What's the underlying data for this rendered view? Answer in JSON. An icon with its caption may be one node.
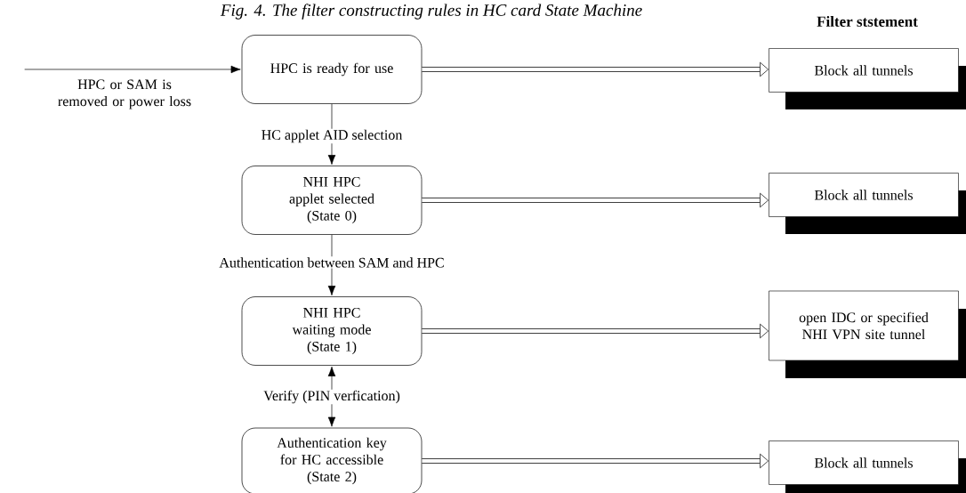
{
  "diagram": {
    "title": "Fig. 4. The filter constructing rules in HC card State Machine",
    "nodes": [
      {
        "text": [
          "HPC is ready for use"
        ]
      },
      {
        "text": [
          "NHI HPC applet selected",
          "(State 0)"
        ]
      },
      {
        "text": [
          "NHI HPC waiting mode",
          "(State 1)"
        ]
      },
      {
        "text": [
          "Authentication key for HC accessible",
          "(State 2)"
        ]
      },
      {
        "text": [
          "Block all tunnels"
        ]
      },
      {
        "text": [
          "Block all tunnels"
        ]
      },
      {
        "text": [
          "open IDC or specified NHI VPN site tunnel"
        ]
      },
      {
        "text": [
          "Block all tunnels"
        ]
      }
    ],
    "edges": [
      {
        "from": null,
        "to": 0,
        "arrow": "to",
        "label": "HPC or SAM is removed or power loss"
      },
      {
        "from": 0,
        "to": 1,
        "arrow": "to",
        "label": "HC applet AID selection"
      },
      {
        "from": 1,
        "to": 2,
        "arrow": "to",
        "label": "Authentication between SAM and HPC"
      },
      {
        "from": 2,
        "to": 3,
        "arrow": "both",
        "label": "Verify (PIN verfication)"
      },
      {
        "from": 0,
        "to": 4,
        "arrow": "to",
        "style": "thick"
      },
      {
        "from": 1,
        "to": 5,
        "arrow": "to",
        "style": "thick"
      },
      {
        "from": 2,
        "to": 6,
        "arrow": "to",
        "style": "thick"
      },
      {
        "from": 3,
        "to": 7,
        "arrow": "to",
        "style": "thick"
      }
    ],
    "labels": [
      "Filter ststement"
    ]
  }
}
